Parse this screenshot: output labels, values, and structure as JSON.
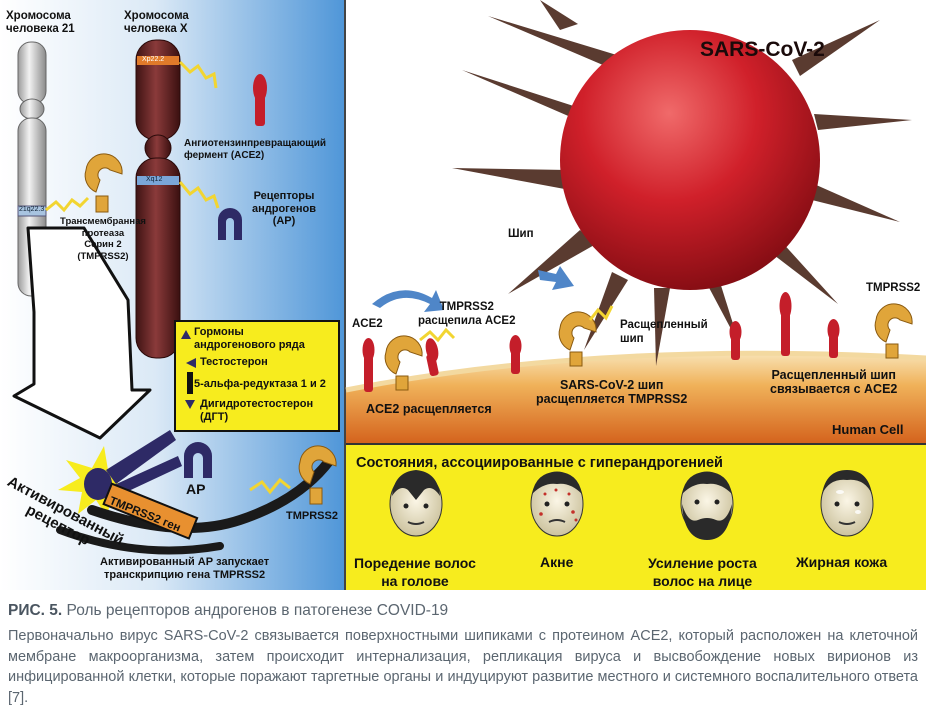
{
  "left_panel": {
    "chromosome21_title": "Хромосома\nчеловека 21",
    "chromosomeX_title": "Хромосома\nчеловека X",
    "band_21q22": "21q22.3",
    "band_xp22": "Xp22.2",
    "band_xq12": "Xq12",
    "ace2_enzyme": "Ангиотензинпревращающий\nфермент (ACE2)",
    "androgen_receptors": "Рецепторы\nандрогенов\n(АР)",
    "tmprss2_protease": "Трансмембранная\nпротеаза\nСерин 2\n(TMPRSS2)",
    "legend_box": {
      "androgens": "Гормоны\nандрогенового ряда",
      "testosterone": "Тестостерон",
      "reductase": "5-альфа-редуктаза 1 и 2",
      "dht": "Дигидротестостерон\n(ДГТ)"
    },
    "ar_label": "АР",
    "tmprss2_bottom": "TMPRSS2",
    "gene_label": "TMPRSS2 ген",
    "activated_receptor": "Активированный\nрецептор",
    "activated_text": "Активированный АР запускает\nтранскрипцию гена TMPRSS2"
  },
  "right_panel": {
    "virus": "SARS-CoV-2",
    "spike": "Шип",
    "ace2": "ACE2",
    "tmprss2_cleaved": "TMPRSS2\nрасщепила ACE2",
    "cleaved_spike": "Расщепленный\nшип",
    "tmprss2_right": "TMPRSS2",
    "ace2_split": "ACE2 расщепляется",
    "spike_split": "SARS-CoV-2 шип\nрасщепляется TMPRSS2",
    "spike_binds": "Расщепленный шип\nсвязывается с ACE2",
    "human_cell": "Human Cell"
  },
  "conditions": {
    "title": "Состояния, ассоциированные с гиперандрогенией",
    "items": [
      {
        "label": "Поредение волос\nна голове"
      },
      {
        "label": "Акне"
      },
      {
        "label": "Усиление роста\nволос на лице"
      },
      {
        "label": "Жирная кожа"
      }
    ]
  },
  "caption": {
    "figure_number": "РИС. 5.",
    "title": "Роль рецепторов андрогенов в патогенезе COVID-19",
    "text": "Первоначально вирус SARS-CoV-2 связывается поверхностными шипиками с протеином ACE2, который расположен на клеточной мембране макроорганизма, затем происходит интернализация, репликация вируса и высвобождение новых вирионов из инфицированной клетки, которые поражают таргетные органы и индуцируют развитие местного и системного воспалительного ответа [7]."
  },
  "colors": {
    "left_bg_top": "#ffffff",
    "left_bg_right": "#5aa0dc",
    "virus_red": "#c8141e",
    "cell_orange": "#e8872a",
    "conditions_yellow": "#f7ec1e",
    "ace2_red": "#c41e2a",
    "tmprss2_tan": "#e0a53a"
  }
}
